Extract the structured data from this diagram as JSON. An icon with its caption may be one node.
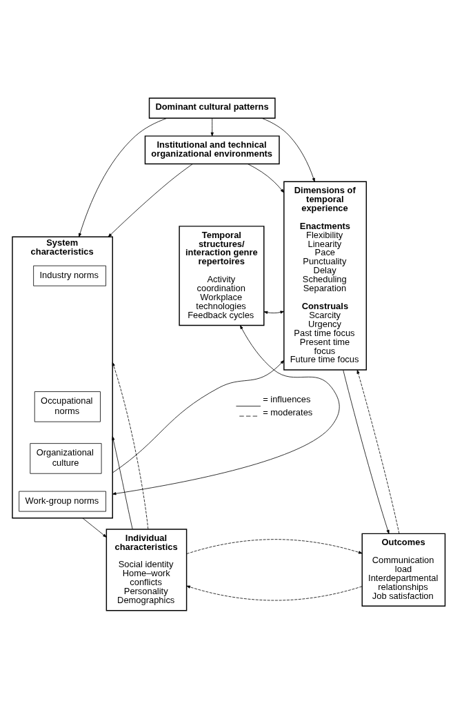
{
  "diagram": {
    "nodes": [
      {
        "text": [
          "Dominant cultural patterns"
        ]
      },
      {
        "text": [
          "Institutional and technical organizational environments"
        ]
      },
      {
        "text": [
          "System characteristics"
        ]
      },
      {
        "text": [
          "Industry norms"
        ],
        "in": 2
      },
      {
        "text": [
          "Occupational norms"
        ],
        "in": 2
      },
      {
        "text": [
          "Organizational culture"
        ],
        "in": 2
      },
      {
        "text": [
          "Work-group norms"
        ],
        "in": 2
      },
      {
        "text": [
          "Temporal structures/ interaction genre repertoires",
          "Activity coordination",
          "Workplace technologies",
          "Feedback cycles"
        ]
      },
      {
        "text": [
          "Dimensions of temporal experience",
          "Enactments",
          "Flexibility",
          "Linearity",
          "Pace",
          "Punctuality",
          "Delay",
          "Scheduling",
          "Separation",
          "Construals",
          "Scarcity",
          "Urgency",
          "Past time focus",
          "Present time focus",
          "Future time focus"
        ]
      },
      {
        "text": [
          "Individual characteristics",
          "Social identity",
          "Home–work conflicts",
          "Personality",
          "Demographics"
        ]
      },
      {
        "text": [
          "Outcomes",
          "Communication load",
          "Interdepartmental relationships",
          "Job satisfaction"
        ]
      }
    ],
    "edges": [
      {
        "from": 0,
        "to": 2,
        "arrow": "to"
      },
      {
        "from": 0,
        "to": 1,
        "arrow": "to"
      },
      {
        "from": 0,
        "to": 8,
        "arrow": "to"
      },
      {
        "from": 1,
        "to": 2,
        "arrow": "to"
      },
      {
        "from": 1,
        "to": 8,
        "arrow": "to"
      },
      {
        "from": 2,
        "to": 8,
        "arrow": "to"
      },
      {
        "from": 2,
        "to": 7,
        "arrow": "both"
      },
      {
        "from": 7,
        "to": 8,
        "arrow": "both"
      },
      {
        "from": 2,
        "to": 9,
        "arrow": "to"
      },
      {
        "from": 9,
        "to": 2,
        "arrow": "to"
      },
      {
        "from": 9,
        "to": 2,
        "arrow": "to",
        "style": "dashed"
      },
      {
        "from": 8,
        "to": 10,
        "arrow": "to"
      },
      {
        "from": 10,
        "to": 8,
        "arrow": "to",
        "style": "dashed"
      },
      {
        "from": 10,
        "to": 9,
        "arrow": "to",
        "style": "dashed"
      },
      {
        "from": 9,
        "to": 10,
        "arrow": "to",
        "style": "dashed"
      }
    ],
    "legend": [
      {
        "text": "= influences"
      },
      {
        "text": "= moderates"
      }
    ]
  }
}
